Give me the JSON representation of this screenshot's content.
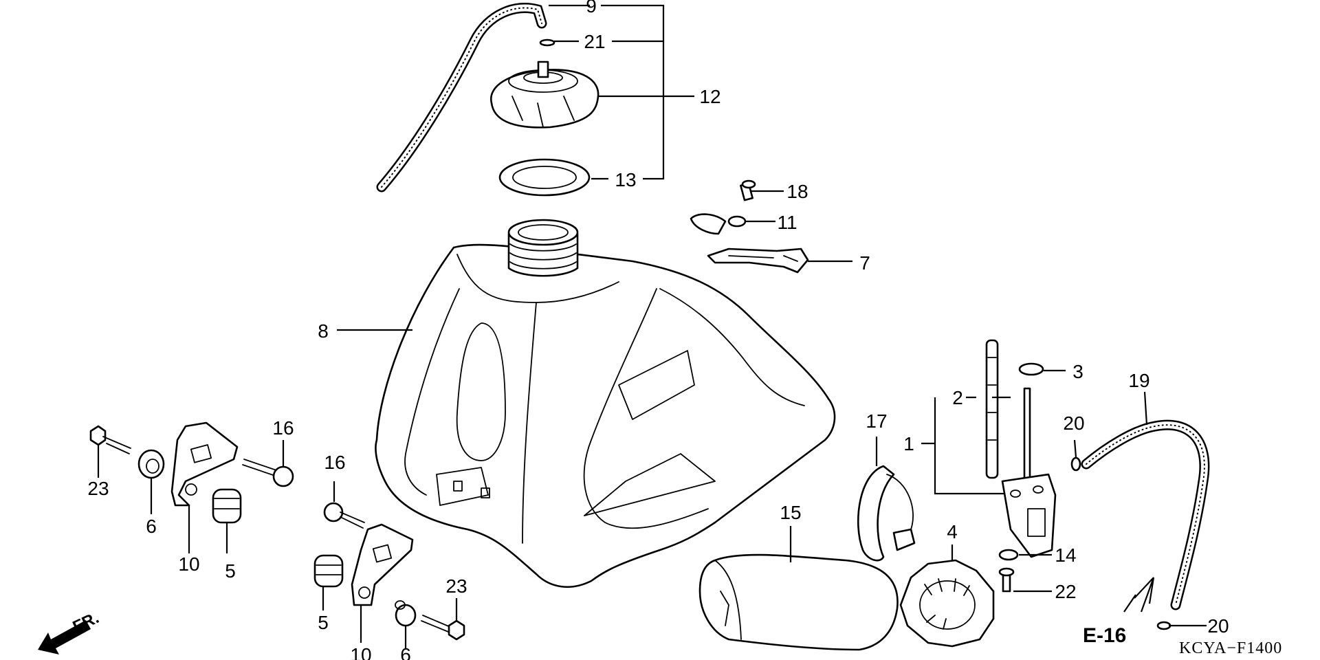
{
  "callouts": [
    {
      "id": "c9",
      "text": "9"
    },
    {
      "id": "c21",
      "text": "21"
    },
    {
      "id": "c12",
      "text": "12"
    },
    {
      "id": "c13",
      "text": "13"
    },
    {
      "id": "c18",
      "text": "18"
    },
    {
      "id": "c11",
      "text": "11"
    },
    {
      "id": "c7",
      "text": "7"
    },
    {
      "id": "c8",
      "text": "8"
    },
    {
      "id": "c3",
      "text": "3"
    },
    {
      "id": "c2",
      "text": "2"
    },
    {
      "id": "c1",
      "text": "1"
    },
    {
      "id": "c19",
      "text": "19"
    },
    {
      "id": "c20a",
      "text": "20"
    },
    {
      "id": "c17",
      "text": "17"
    },
    {
      "id": "c15",
      "text": "15"
    },
    {
      "id": "c4",
      "text": "4"
    },
    {
      "id": "c14",
      "text": "14"
    },
    {
      "id": "c22",
      "text": "22"
    },
    {
      "id": "c20b",
      "text": "20"
    },
    {
      "id": "c16a",
      "text": "16"
    },
    {
      "id": "c23a",
      "text": "23"
    },
    {
      "id": "c6a",
      "text": "6"
    },
    {
      "id": "c10a",
      "text": "10"
    },
    {
      "id": "c5a",
      "text": "5"
    },
    {
      "id": "c16b",
      "text": "16"
    },
    {
      "id": "c5b",
      "text": "5"
    },
    {
      "id": "c10b",
      "text": "10"
    },
    {
      "id": "c6b",
      "text": "6"
    },
    {
      "id": "c23b",
      "text": "23"
    }
  ],
  "reference": "E-16",
  "front_marker": "FR.",
  "diagram_code": "KCYA−F1400",
  "colors": {
    "ink": "#000000",
    "paper": "#ffffff"
  }
}
